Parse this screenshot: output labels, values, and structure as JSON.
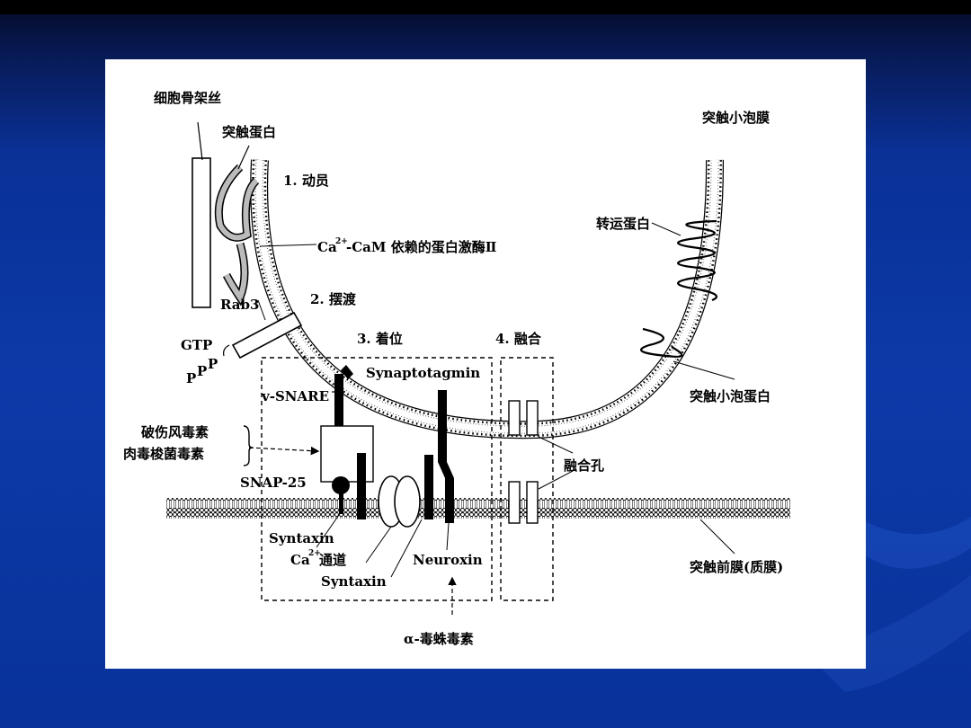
{
  "slide": {
    "background_color": "#0b3aa8",
    "panel_color": "#ffffff"
  },
  "diagram": {
    "labels": {
      "cytoskeleton": "细胞骨架丝",
      "synapsin": "突触蛋白",
      "vesicle_membrane": "突触小泡膜",
      "step1": "1. 动员",
      "ca": "Ca",
      "ca_sup": "2+",
      "camk": "-CaM 依赖的蛋白激酶Ⅱ",
      "transporter": "转运蛋白",
      "rab3": "Rab3",
      "step2": "2. 摆渡",
      "gtp": "GTP",
      "ppp": "P",
      "step3": "3. 着位",
      "step4": "4. 融合",
      "synaptotagmin": "Synaptotagmin",
      "vsnare": "v-SNARE",
      "synaptophysin": "突触小泡蛋白",
      "tetanus": "破伤风毒素",
      "botulinum": "肉毒梭菌毒素",
      "snap25": "SNAP-25",
      "fusion_pore": "融合孔",
      "syntaxin_1": "Syntaxin",
      "ca_channel_ca": "Ca",
      "ca_channel_sup": "2+",
      "ca_channel": "通道",
      "neuroxin": "Neuroxin",
      "syntaxin_2": "Syntaxin",
      "presyn_membrane": "突触前膜(质膜)",
      "latrotoxin": "α-毒蛛毒素"
    }
  }
}
